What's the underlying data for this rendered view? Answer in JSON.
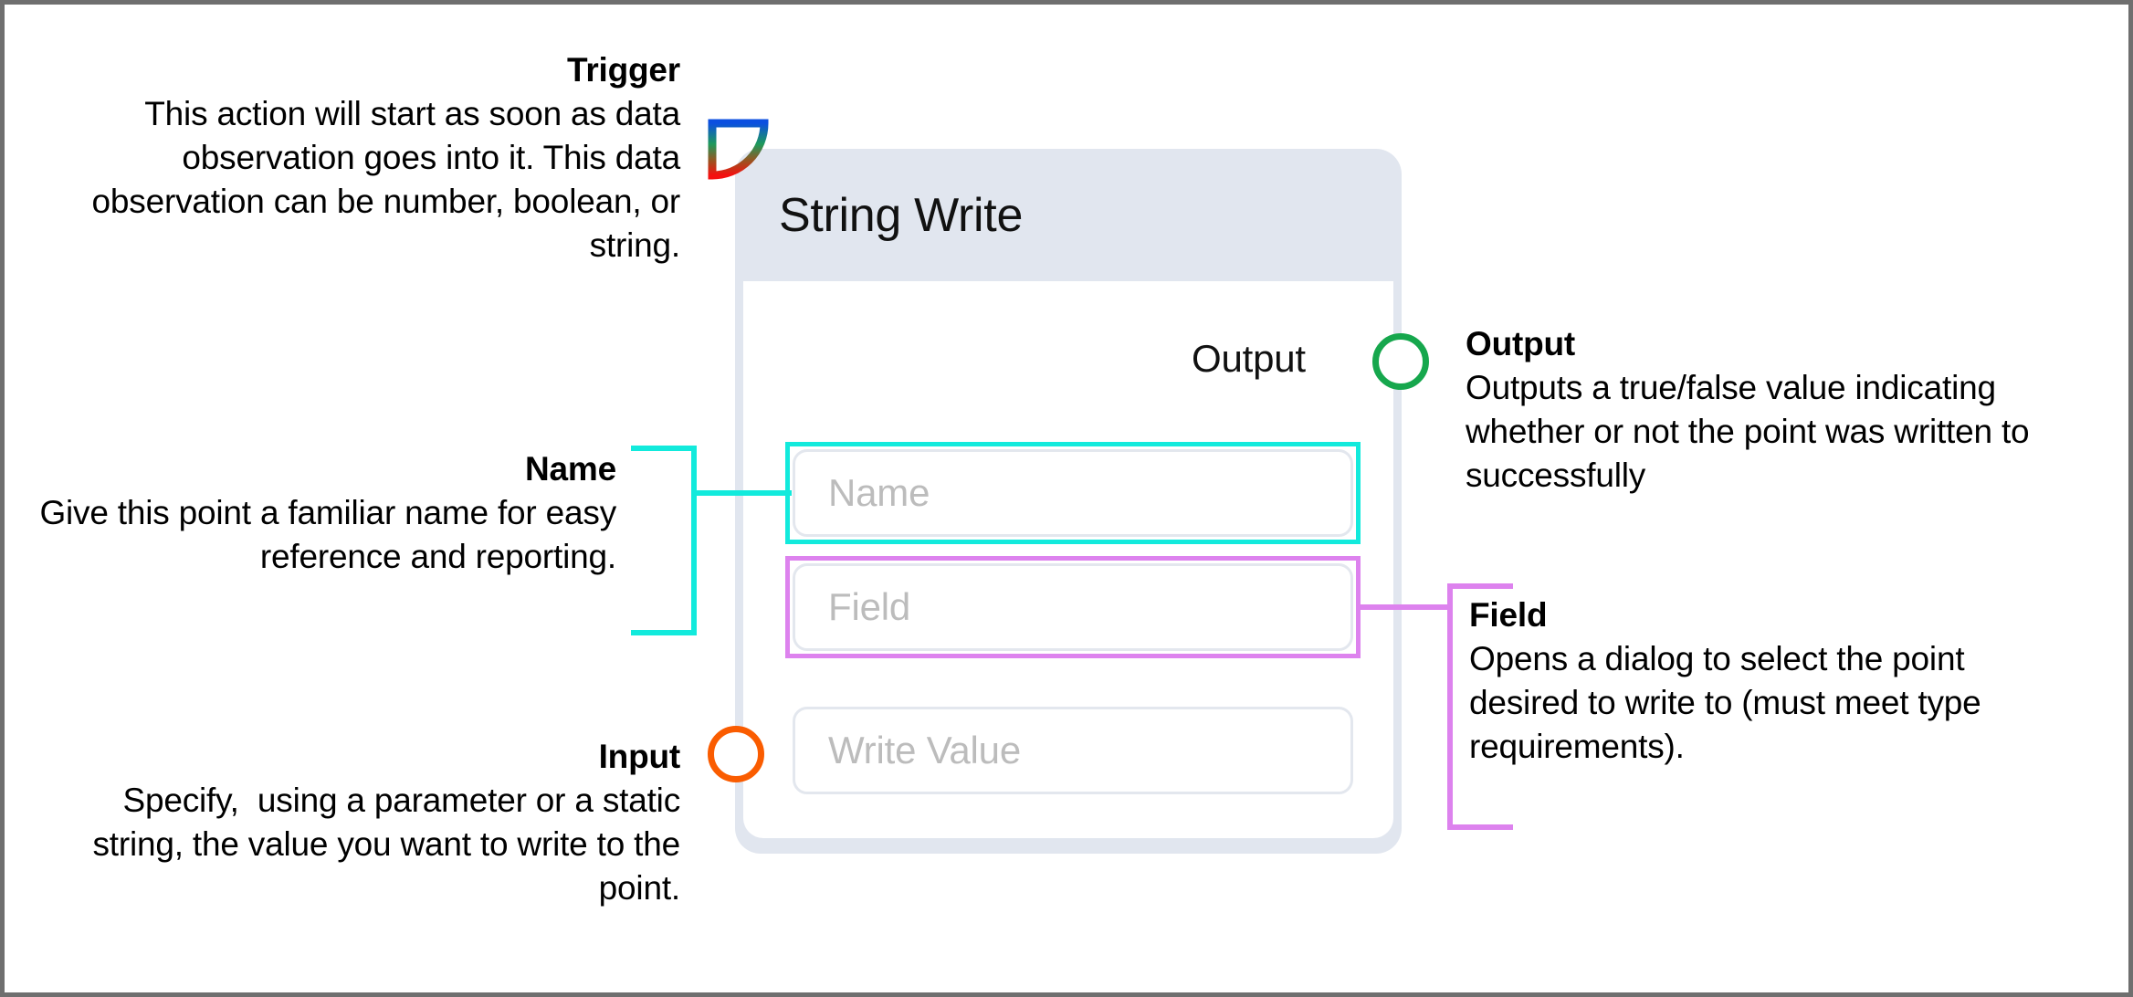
{
  "colors": {
    "frame_border": "#6f6f6f",
    "card_shell": "#e1e6ef",
    "card_body": "#ffffff",
    "accent_cyan": "#12eadc",
    "accent_magenta": "#dd82ee",
    "accent_green": "#16a74d",
    "accent_orange": "#fa5c00",
    "placeholder_grey": "#bcbcbc",
    "input_border": "#e3e7ee",
    "trigger_gradient_start": "#0b4fe0",
    "trigger_gradient_mid": "#1d9a5b",
    "trigger_gradient_end": "#f51010"
  },
  "card": {
    "title": "String Write"
  },
  "ports": {
    "output_label": "Output",
    "output_icon": "output-port-circle",
    "input_icon": "input-port-circle",
    "trigger_icon": "trigger-quarter-circle-icon"
  },
  "inputs": {
    "name": {
      "placeholder": "Name",
      "value": ""
    },
    "field": {
      "placeholder": "Field",
      "value": ""
    },
    "write_value": {
      "placeholder": "Write Value",
      "value": ""
    }
  },
  "annotations": {
    "trigger": {
      "title": "Trigger",
      "body": "This action will start as soon as data observation goes into it. This data observation can be number, boolean, or string."
    },
    "name": {
      "title": "Name",
      "body": "Give this point a familiar name for easy reference and reporting."
    },
    "input": {
      "title": "Input",
      "body": "Specify,  using a parameter or a static string, the value you want to write to the point."
    },
    "output": {
      "title": "Output",
      "body": "Outputs a true/false value indicating whether or not the point was written to successfully"
    },
    "field": {
      "title": "Field",
      "body": "Opens a dialog to select the point desired to write to (must meet type requirements)."
    }
  }
}
